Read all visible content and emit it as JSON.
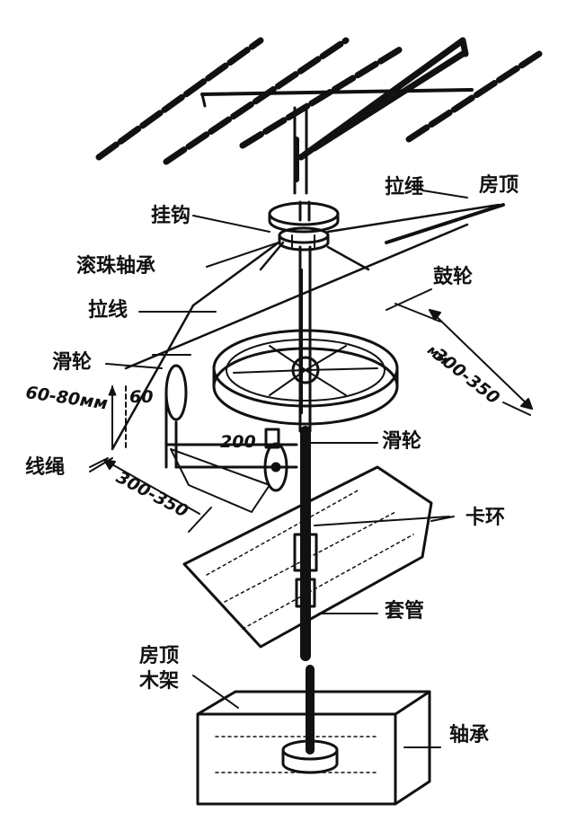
{
  "labels": {
    "pull_wire_top": "拉缍",
    "roof_top": "房顶",
    "hook": "挂钩",
    "ball_bearing": "滚珠轴承",
    "pull_wire": "拉线",
    "drum_wheel": "鼓轮",
    "pulley_left": "滑轮",
    "pulley_right": "滑轮",
    "rope": "线绳",
    "clamp_ring": "卡环",
    "sleeve": "套管",
    "roof_frame_line1": "房顶",
    "roof_frame_line2": "木架",
    "bearing": "轴承"
  },
  "dimensions": {
    "drum_diameter": "300-350",
    "drum_unit": "мм",
    "pulley_height_range": "60-80мм",
    "pulley_height": "60",
    "arm_length": "200",
    "base_length": "300-350"
  }
}
